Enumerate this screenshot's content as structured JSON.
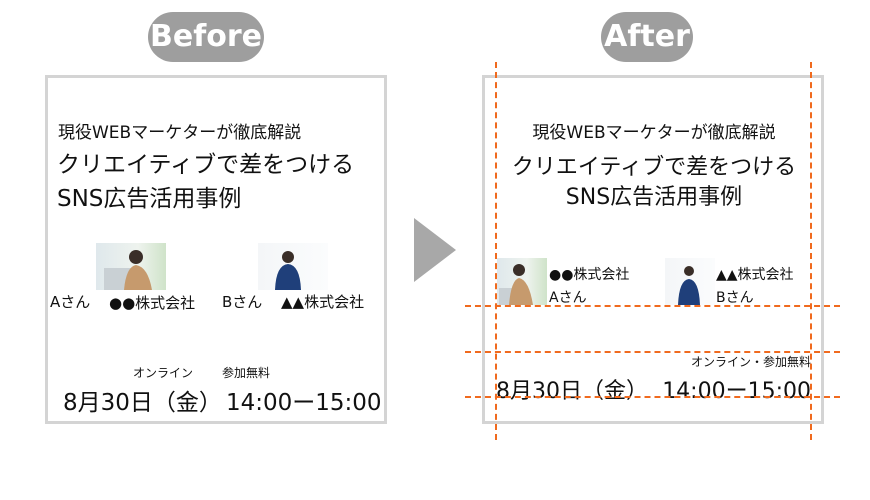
{
  "labels": {
    "before": "Before",
    "after": "After"
  },
  "content": {
    "subtitle": "現役WEBマーケターが徹底解説",
    "title_line1": "クリエイティブで差をつける",
    "title_line2": "SNS広告活用事例",
    "speaker_a_name": "Aさん",
    "speaker_a_company": "●●株式会社",
    "speaker_b_name": "Bさん",
    "speaker_b_company": "▲▲株式会社",
    "online": "オンライン",
    "free": "参加無料",
    "online_free": "オンライン・参加無料",
    "date": "8月30日（金）",
    "time": "14:00ー15:00"
  },
  "colors": {
    "badge": "#9e9e9e",
    "guide": "#f06a1e",
    "border": "#d4d4d4"
  }
}
